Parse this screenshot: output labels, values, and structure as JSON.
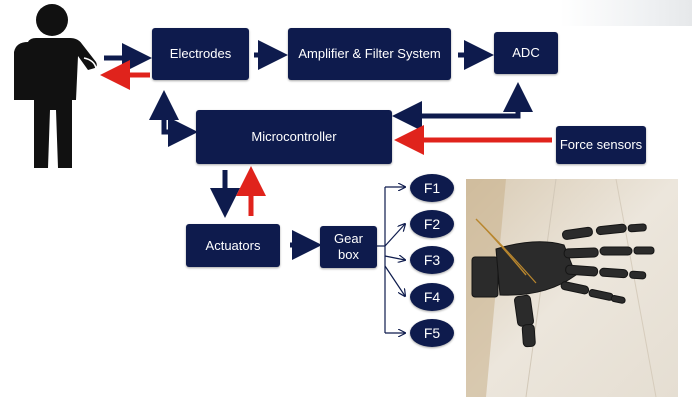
{
  "diagram": {
    "blocks": {
      "electrodes": "Electrodes",
      "amplifier": "Amplifier & Filter System",
      "adc": "ADC",
      "microcontroller": "Microcontroller",
      "force_sensors": "Force sensors",
      "actuators": "Actuators",
      "gearbox_line1": "Gear",
      "gearbox_line2": "box"
    },
    "fingers": [
      "F1",
      "F2",
      "F3",
      "F4",
      "F5"
    ],
    "colors": {
      "block_fill": "#0e1b4d",
      "block_text": "#ffffff",
      "forward_arrow": "#0e1b4d",
      "feedback_arrow": "#e0231c"
    },
    "icons": {
      "person": "person-amputee-icon",
      "photo": "robotic-hand-photo"
    }
  }
}
